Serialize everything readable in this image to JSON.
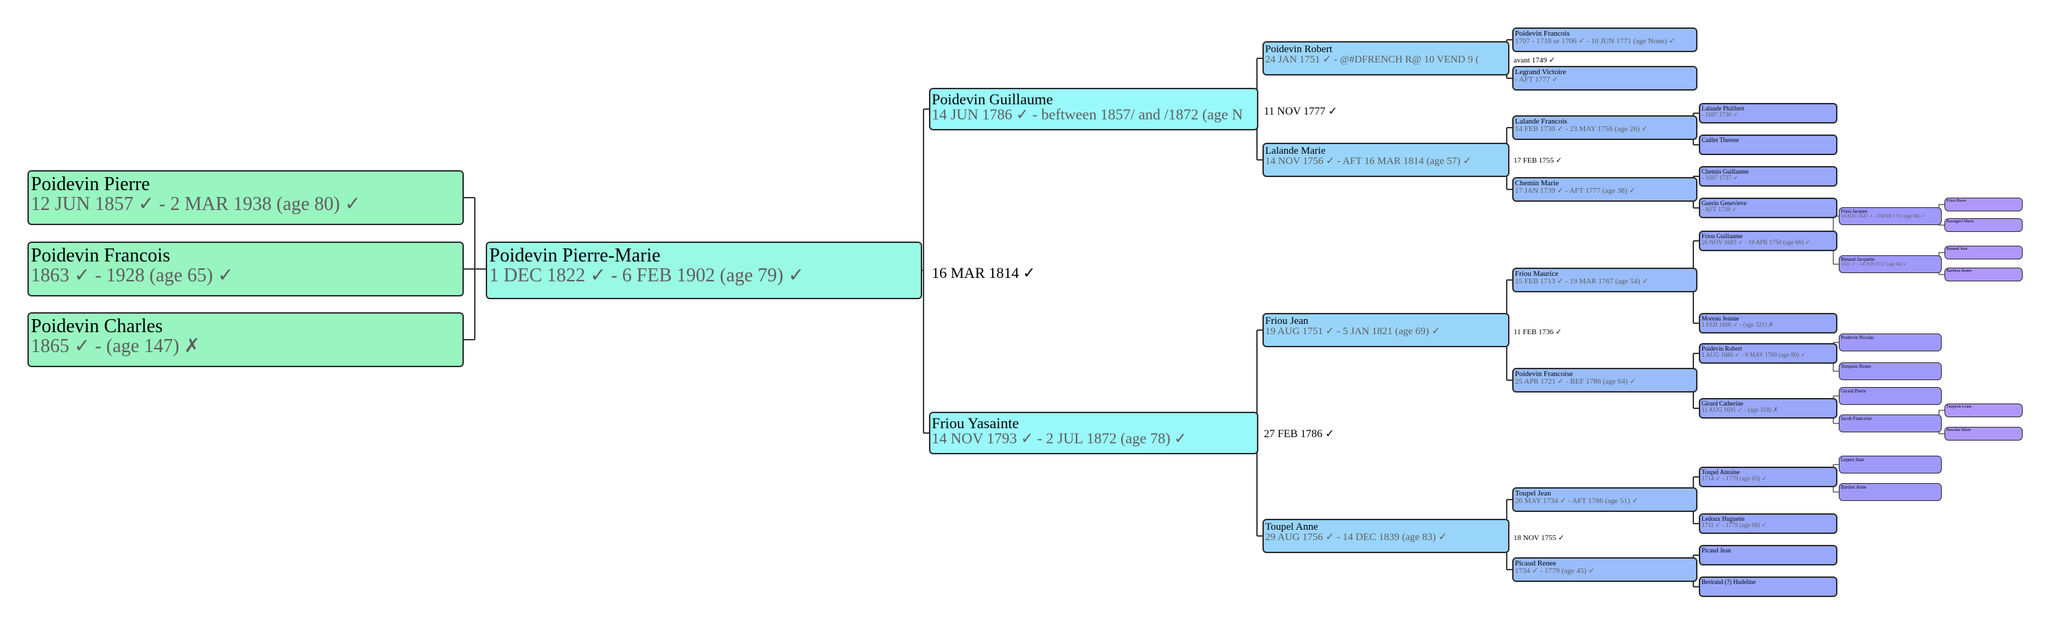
{
  "colors": {
    "gen0": "#98f5c0",
    "gen1": "#99fae3",
    "gen2": "#99f8fa",
    "gen3": "#99d5fa",
    "gen4": "#99bdfa",
    "gen5": "#99a8fa",
    "gen6": "#9f99fa",
    "gen7": "#ae99fa",
    "line": "#3a3a3a"
  },
  "marriage_dates": [
    {
      "id": "m-pierre-marie",
      "text": "16 MAR 1814 ✓"
    },
    {
      "id": "m-guillaume",
      "text": "11 NOV 1777 ✓"
    },
    {
      "id": "m-yasainte",
      "text": "27 FEB 1786 ✓"
    },
    {
      "id": "m-robert",
      "text": "avant 1749 ✓"
    },
    {
      "id": "m-lalande",
      "text": "17 FEB 1755 ✓"
    },
    {
      "id": "m-friou-jean",
      "text": "11 FEB 1736 ✓"
    },
    {
      "id": "m-toupel-anne",
      "text": "18 NOV 1755 ✓"
    }
  ],
  "persons": [
    {
      "id": "p-pierre",
      "gen": 0,
      "name": "Poidevin Pierre",
      "dates": "12 JUN 1857 ✓ - 2 MAR 1938 (age 80) ✓"
    },
    {
      "id": "p-francois",
      "gen": 0,
      "name": "Poidevin Francois",
      "dates": "1863 ✓ - 1928 (age 65) ✓"
    },
    {
      "id": "p-charles",
      "gen": 0,
      "name": "Poidevin Charles",
      "dates": "1865 ✓ -  (age 147) ✗"
    },
    {
      "id": "p-pierre-marie",
      "gen": 1,
      "name": "Poidevin Pierre-Marie",
      "dates": "1 DEC 1822 ✓ - 6 FEB 1902 (age 79) ✓"
    },
    {
      "id": "p-guillaume",
      "gen": 2,
      "name": "Poidevin Guillaume",
      "dates": "14 JUN 1786 ✓ - beftween 1857/ and /1872 (age N"
    },
    {
      "id": "p-yasainte",
      "gen": 2,
      "name": "Friou Yasainte",
      "dates": "14 NOV 1793 ✓ - 2 JUL 1872 (age 78) ✓"
    },
    {
      "id": "p-robert",
      "gen": 3,
      "name": "Poidevin Robert",
      "dates": "24 JAN 1751 ✓ - @#DFRENCH R@ 10 VEND 9 ("
    },
    {
      "id": "p-lalande-marie",
      "gen": 3,
      "name": "Lalande Marie",
      "dates": "14 NOV 1756 ✓ - AFT 16 MAR 1814 (age 57) ✓"
    },
    {
      "id": "p-friou-jean",
      "gen": 3,
      "name": "Friou Jean",
      "dates": "19 AUG 1751 ✓ - 5 JAN 1821 (age 69) ✓"
    },
    {
      "id": "p-toupel-anne",
      "gen": 3,
      "name": "Toupel Anne",
      "dates": "29 AUG 1756 ✓ - 14 DEC 1839 (age 83) ✓"
    },
    {
      "id": "p-francois-4",
      "gen": 4,
      "name": "Poidevin Francois",
      "dates": "1707 - 1718 or 1706 ✓ - 10 JUN 1771 (age None) ✓"
    },
    {
      "id": "p-legrand",
      "gen": 4,
      "name": "Legrand Victoire",
      "dates": "- AFT 1777 ✓"
    },
    {
      "id": "p-lalande-francois",
      "gen": 4,
      "name": "Lalande Francois",
      "dates": "14 FEB 1730 ✓ - 23 MAY 1756 (age 26) ✓"
    },
    {
      "id": "p-chemin-marie",
      "gen": 4,
      "name": "Chemin Marie",
      "dates": "17 JAN 1739 ✓ - AFT 1777 (age 38) ✓"
    },
    {
      "id": "p-friou-maurice",
      "gen": 4,
      "name": "Friou Maurice",
      "dates": "15 FEB 1713 ✓ - 19 MAR 1767 (age 54) ✓"
    },
    {
      "id": "p-poidevin-francoise",
      "gen": 4,
      "name": "Poidevin Francoise",
      "dates": "25 APR 1721 ✓ - BEF 1786 (age 64) ✓"
    },
    {
      "id": "p-toupel-jean",
      "gen": 4,
      "name": "Toupel Jean",
      "dates": "26 MAY 1734 ✓ - AFT 1786 (age 51) ✓"
    },
    {
      "id": "p-picaud-renee",
      "gen": 4,
      "name": "Picaud Renee",
      "dates": "1734 ✓ - 1779 (age 45) ✓"
    },
    {
      "id": "p-lalande-philibert",
      "gen": 5,
      "name": "Lalande Philibert",
      "dates": "- 1697 1730 ✓"
    },
    {
      "id": "p-caillet-therese",
      "gen": 5,
      "name": "Caillet Therese",
      "dates": ""
    },
    {
      "id": "p-chemin-guillaume",
      "gen": 5,
      "name": "Chemin Guillaume",
      "dates": "- 1697 1737 ✓"
    },
    {
      "id": "p-guerin-genevieve",
      "gen": 5,
      "name": "Guerin Genevieve",
      "dates": "- AFT 1739 ✓"
    },
    {
      "id": "p-friou-guillaume",
      "gen": 5,
      "name": "Friou Guillaume",
      "dates": "26 NOV 1683 ✓ - 19 APR 1750 (age 66) ✓"
    },
    {
      "id": "p-moreau-jeanne",
      "gen": 5,
      "name": "Moreau Jeanne",
      "dates": "1 FEB 1690 ✓ - (age 321) ✗"
    },
    {
      "id": "p-poidevin-robert-5",
      "gen": 5,
      "name": "Poidevin Robert",
      "dates": "1 AUG 1686 ✓ - 9 MAY 1769 (age 80) ✓"
    },
    {
      "id": "p-girard-catherine",
      "gen": 5,
      "name": "Girard Catherine",
      "dates": "11 AUG 1691 ✓ - (age 318) ✗"
    },
    {
      "id": "p-toupel-antoine",
      "gen": 5,
      "name": "Toupel Antoine",
      "dates": "1714 ✓ - 1779 (age 65) ✓"
    },
    {
      "id": "p-ledoux-huguette",
      "gen": 5,
      "name": "Ledoux Huguette",
      "dates": "1711 ✓ - 1779 (age 68) ✓"
    },
    {
      "id": "p-picaud-jean",
      "gen": 5,
      "name": "Picaud Jean",
      "dates": ""
    },
    {
      "id": "p-bertrand-hudeline",
      "gen": 5,
      "name": "Bertrand (?) Hudeline",
      "dates": ""
    },
    {
      "id": "p-friou-jacques",
      "gen": 6,
      "name": "Friou Jacques",
      "dates": "14 AUG 1647 ✓ - 8 MAR 1716 (age 68) ✓"
    },
    {
      "id": "p-renaud-jacquette",
      "gen": 6,
      "name": "Renaud Jacquette",
      "dates": "1651 ✓ - 14 JUN 1717 (age 66) ✓"
    },
    {
      "id": "p-poidevin-nicolas",
      "gen": 6,
      "name": "Poidevin Nicolas",
      "dates": ""
    },
    {
      "id": "p-turquois-renee",
      "gen": 6,
      "name": "Turquois Renee",
      "dates": ""
    },
    {
      "id": "p-girard-pierre",
      "gen": 6,
      "name": "Girard Pierre",
      "dates": ""
    },
    {
      "id": "p-jacob-francoise",
      "gen": 6,
      "name": "Jacob Francoise",
      "dates": ""
    },
    {
      "id": "p-lepere-jean",
      "gen": 6,
      "name": "Lepere Jean",
      "dates": ""
    },
    {
      "id": "p-bardon-anne",
      "gen": 6,
      "name": "Bardon Anne",
      "dates": ""
    },
    {
      "id": "p-friou-pierre",
      "gen": 7,
      "name": "Friou Pierre",
      "dates": ""
    },
    {
      "id": "p-gg-2",
      "gen": 7,
      "name": "Rossignol Marie",
      "dates": ""
    },
    {
      "id": "p-renaud-jean",
      "gen": 7,
      "name": "Renaud Jean",
      "dates": ""
    },
    {
      "id": "p-gg-4",
      "gen": 7,
      "name": "Bariteau Renee",
      "dates": ""
    },
    {
      "id": "p-turquois-7",
      "gen": 7,
      "name": "Turquois Louis",
      "dates": ""
    },
    {
      "id": "p-gg-6",
      "gen": 7,
      "name": "Bouchet Marie",
      "dates": ""
    }
  ]
}
